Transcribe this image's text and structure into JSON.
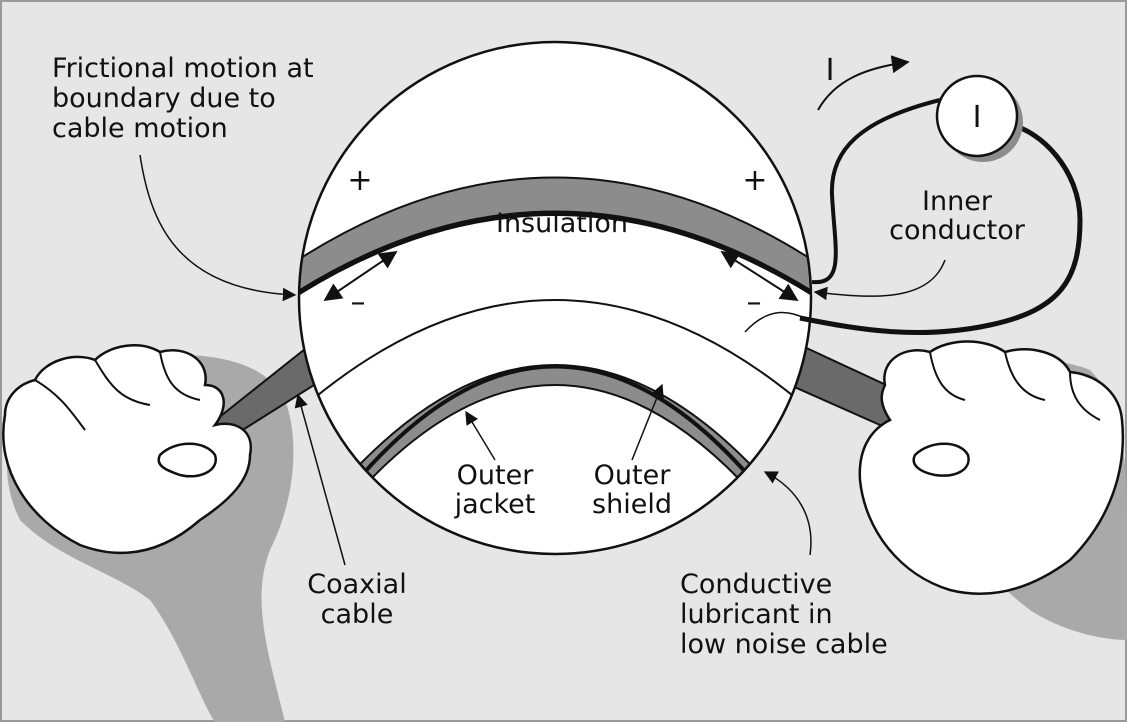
{
  "labels": {
    "frictional_line1": "Frictional motion at",
    "frictional_line2": "boundary due to",
    "frictional_line3": "cable motion",
    "insulation": "Insulation",
    "inner_line1": "Inner",
    "inner_line2": "conductor",
    "outer_jacket_line1": "Outer",
    "outer_jacket_line2": "jacket",
    "outer_shield_line1": "Outer",
    "outer_shield_line2": "shield",
    "coaxial_line1": "Coaxial",
    "coaxial_line2": "cable",
    "lubricant_line1": "Conductive",
    "lubricant_line2": "lubricant in",
    "lubricant_line3": "low noise cable",
    "current_symbol": "I",
    "meter_symbol": "I",
    "plus_left": "+",
    "plus_right": "+",
    "minus_left": "–",
    "minus_right": "–"
  },
  "colors": {
    "background": "#e6e6e6",
    "band_gray": "#8c8c8c",
    "cable_gray": "#6a6a6a",
    "shadow_gray": "#a9a9a9",
    "ink": "#111111"
  }
}
